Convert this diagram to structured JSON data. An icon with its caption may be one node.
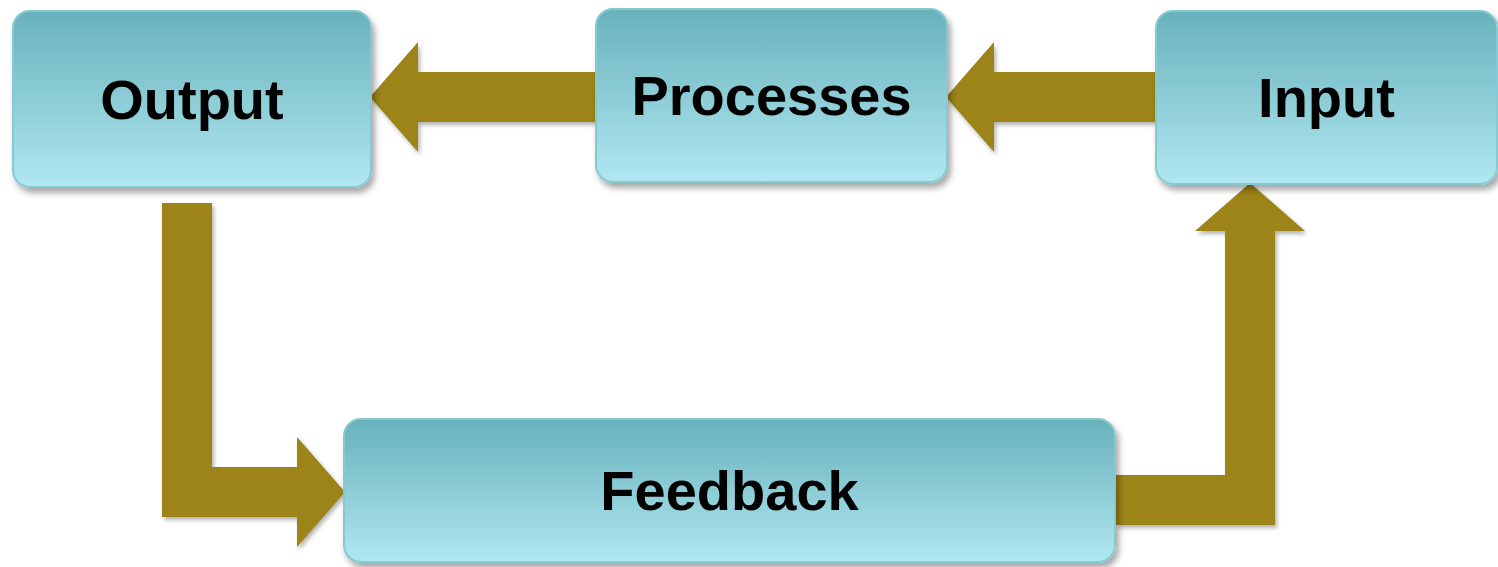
{
  "diagram": {
    "nodes": [
      {
        "text": [
          "Output"
        ]
      },
      {
        "text": [
          "Processes"
        ]
      },
      {
        "text": [
          "Input"
        ]
      },
      {
        "text": [
          "Feedback"
        ]
      }
    ],
    "edges": [
      {
        "from": 2,
        "to": 1,
        "arrow": "to"
      },
      {
        "from": 1,
        "to": 0,
        "arrow": "to"
      },
      {
        "from": 0,
        "to": 3,
        "arrow": "to"
      },
      {
        "from": 3,
        "to": 2,
        "arrow": "to"
      }
    ]
  }
}
